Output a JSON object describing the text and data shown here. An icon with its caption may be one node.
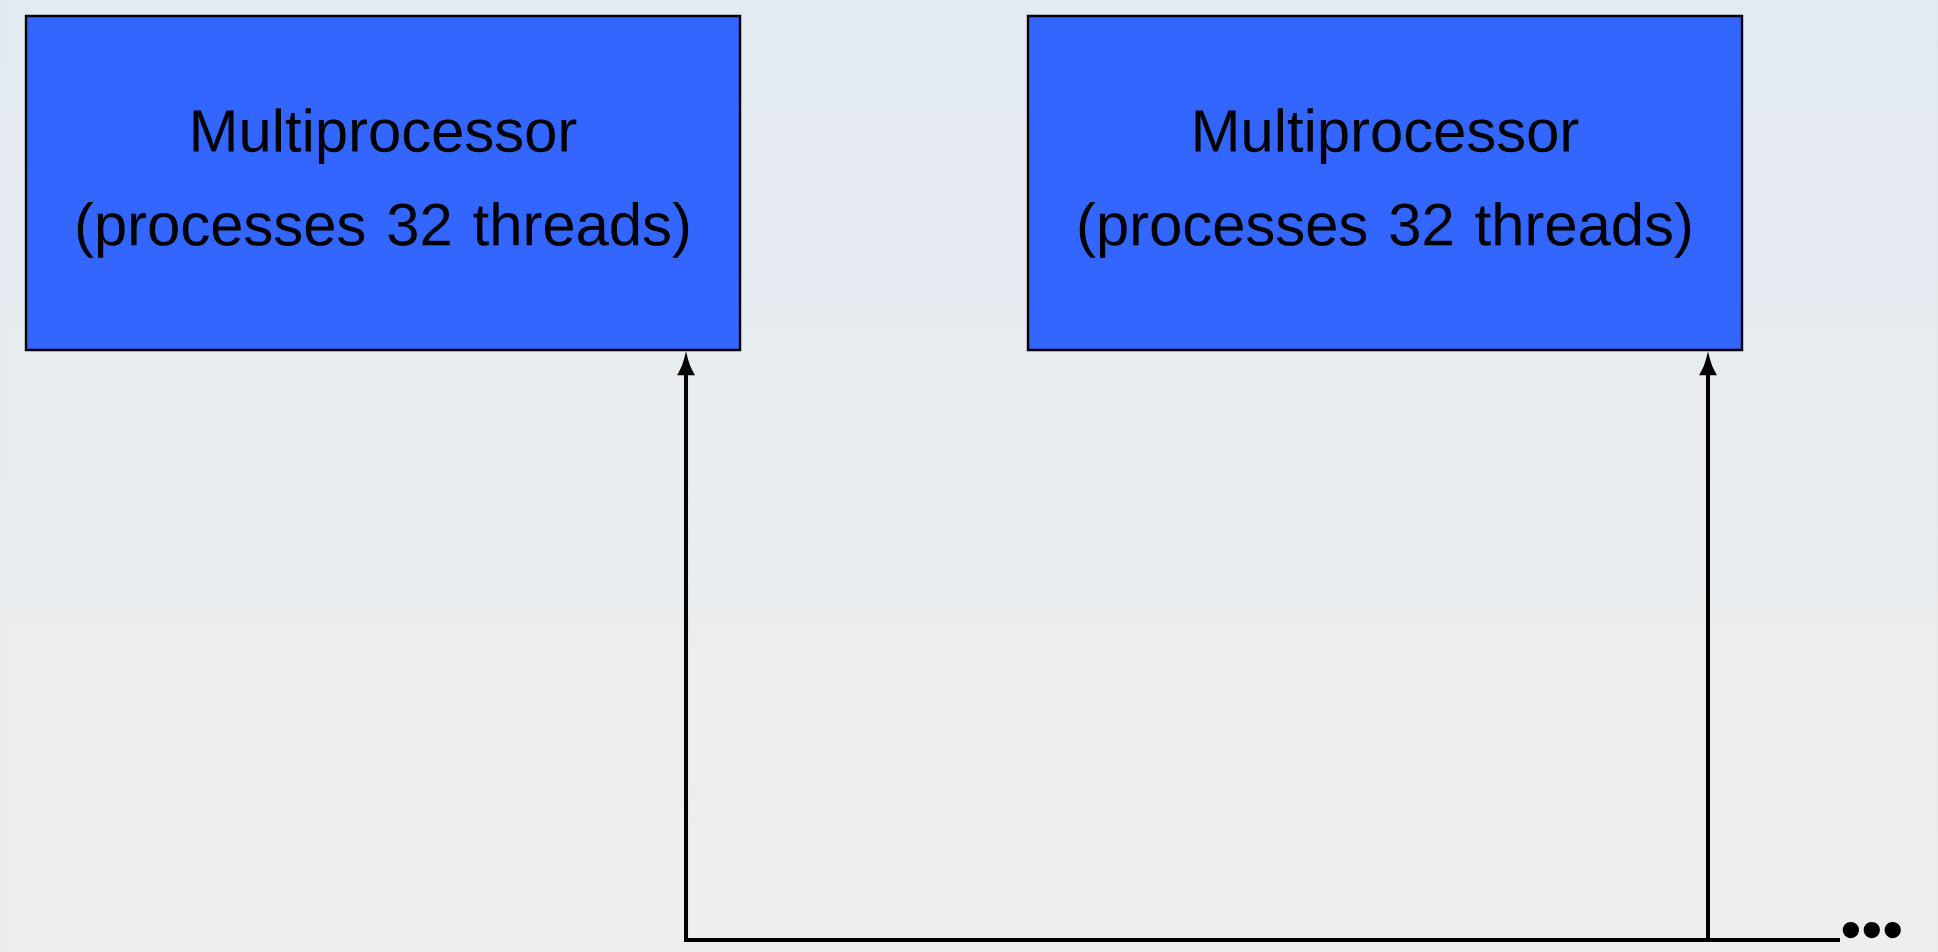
{
  "diagram": {
    "nodes": [
      {
        "text": [
          "Multiprocessor (processes 32 threads)"
        ]
      },
      {
        "text": [
          "Multiprocessor (processes 32 threads)"
        ]
      },
      {
        "text": [
          "•••"
        ]
      }
    ],
    "edges": [
      {
        "from": 2,
        "to": 0,
        "arrow": "to"
      },
      {
        "from": 2,
        "to": 1,
        "arrow": "to"
      }
    ]
  }
}
